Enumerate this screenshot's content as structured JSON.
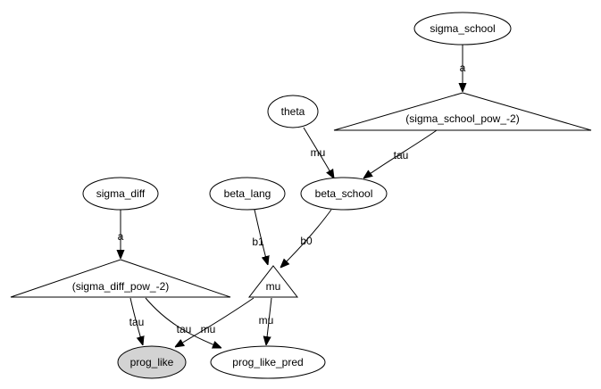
{
  "nodes": {
    "sigma_school": {
      "label": "sigma_school",
      "shape": "ellipse"
    },
    "sigma_school_pow": {
      "label": "(sigma_school_pow_-2)",
      "shape": "triangle"
    },
    "theta": {
      "label": "theta",
      "shape": "ellipse"
    },
    "beta_school": {
      "label": "beta_school",
      "shape": "ellipse"
    },
    "beta_lang": {
      "label": "beta_lang",
      "shape": "ellipse"
    },
    "sigma_diff": {
      "label": "sigma_diff",
      "shape": "ellipse"
    },
    "sigma_diff_pow": {
      "label": "(sigma_diff_pow_-2)",
      "shape": "triangle"
    },
    "mu": {
      "label": "mu",
      "shape": "triangle"
    },
    "prog_like": {
      "label": "prog_like",
      "shape": "ellipse",
      "observed": true
    },
    "prog_like_pred": {
      "label": "prog_like_pred",
      "shape": "ellipse"
    }
  },
  "edges": [
    {
      "from": "sigma_school",
      "to": "sigma_school_pow",
      "label": "a"
    },
    {
      "from": "sigma_school_pow",
      "to": "beta_school",
      "label": "tau"
    },
    {
      "from": "theta",
      "to": "beta_school",
      "label": "mu"
    },
    {
      "from": "beta_school",
      "to": "mu",
      "label": "b0"
    },
    {
      "from": "beta_lang",
      "to": "mu",
      "label": "b1"
    },
    {
      "from": "sigma_diff",
      "to": "sigma_diff_pow",
      "label": "a"
    },
    {
      "from": "sigma_diff_pow",
      "to": "prog_like",
      "label": "tau"
    },
    {
      "from": "sigma_diff_pow",
      "to": "prog_like_pred",
      "label": "tau"
    },
    {
      "from": "mu",
      "to": "prog_like",
      "label": "mu"
    },
    {
      "from": "mu",
      "to": "prog_like_pred",
      "label": "mu"
    }
  ],
  "colors": {
    "observed_fill": "#d3d3d3",
    "default_fill": "#ffffff",
    "stroke": "#000000"
  }
}
